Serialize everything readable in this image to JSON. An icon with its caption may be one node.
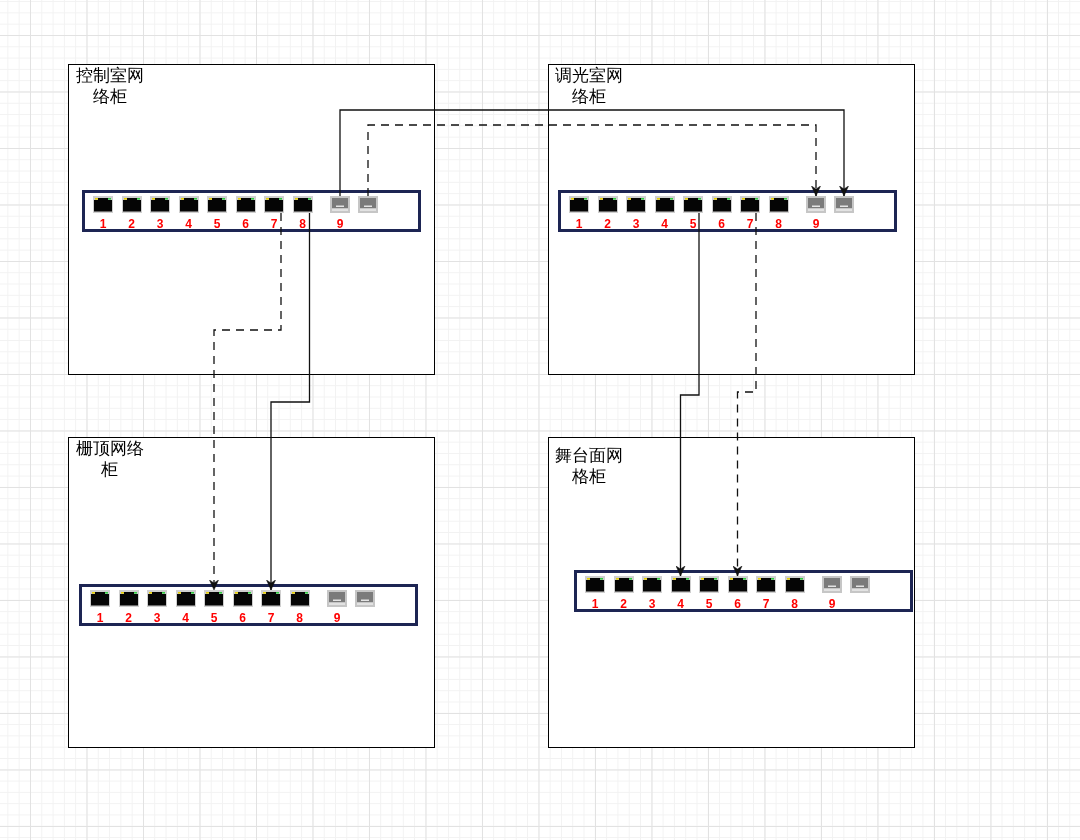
{
  "diagram": {
    "nodes": [
      {
        "text": [
          "控制室网络柜"
        ]
      },
      {
        "text": [],
        "shape": "box",
        "in": 0
      },
      {
        "text": [],
        "shape": "picture",
        "in": 1,
        "beside": [
          "1"
        ]
      },
      {
        "text": [],
        "shape": "picture",
        "in": 1,
        "beside": [
          "2"
        ]
      },
      {
        "text": [],
        "shape": "picture",
        "in": 1,
        "beside": [
          "3"
        ]
      },
      {
        "text": [],
        "shape": "picture",
        "in": 1,
        "beside": [
          "4"
        ]
      },
      {
        "text": [],
        "shape": "picture",
        "in": 1,
        "beside": [
          "5"
        ]
      },
      {
        "text": [],
        "shape": "picture",
        "in": 1,
        "beside": [
          "6"
        ]
      },
      {
        "text": [],
        "shape": "picture",
        "in": 1,
        "beside": [
          "7"
        ]
      },
      {
        "text": [],
        "shape": "picture",
        "in": 1,
        "beside": [
          "8"
        ]
      },
      {
        "text": [],
        "shape": "picture",
        "in": 1,
        "beside": [
          "9"
        ]
      },
      {
        "text": [],
        "shape": "picture",
        "in": 1
      },
      {
        "text": [
          "调光室网络柜"
        ]
      },
      {
        "text": [],
        "shape": "box",
        "in": 12
      },
      {
        "text": [],
        "shape": "picture",
        "in": 13,
        "beside": [
          "1"
        ]
      },
      {
        "text": [],
        "shape": "picture",
        "in": 13,
        "beside": [
          "2"
        ]
      },
      {
        "text": [],
        "shape": "picture",
        "in": 13,
        "beside": [
          "3"
        ]
      },
      {
        "text": [],
        "shape": "picture",
        "in": 13,
        "beside": [
          "4"
        ]
      },
      {
        "text": [],
        "shape": "picture",
        "in": 13,
        "beside": [
          "5"
        ]
      },
      {
        "text": [],
        "shape": "picture",
        "in": 13,
        "beside": [
          "6"
        ]
      },
      {
        "text": [],
        "shape": "picture",
        "in": 13,
        "beside": [
          "7"
        ]
      },
      {
        "text": [],
        "shape": "picture",
        "in": 13,
        "beside": [
          "8"
        ]
      },
      {
        "text": [],
        "shape": "picture",
        "in": 13,
        "beside": [
          "9"
        ]
      },
      {
        "text": [],
        "shape": "picture",
        "in": 13
      },
      {
        "text": [
          "栅顶网络柜"
        ]
      },
      {
        "text": [],
        "shape": "box",
        "in": 24
      },
      {
        "text": [],
        "shape": "picture",
        "in": 25,
        "beside": [
          "1"
        ]
      },
      {
        "text": [],
        "shape": "picture",
        "in": 25,
        "beside": [
          "2"
        ]
      },
      {
        "text": [],
        "shape": "picture",
        "in": 25,
        "beside": [
          "3"
        ]
      },
      {
        "text": [],
        "shape": "picture",
        "in": 25,
        "beside": [
          "4"
        ]
      },
      {
        "text": [],
        "shape": "picture",
        "in": 25,
        "beside": [
          "5"
        ]
      },
      {
        "text": [],
        "shape": "picture",
        "in": 25,
        "beside": [
          "6"
        ]
      },
      {
        "text": [],
        "shape": "picture",
        "in": 25,
        "beside": [
          "7"
        ]
      },
      {
        "text": [],
        "shape": "picture",
        "in": 25,
        "beside": [
          "8"
        ]
      },
      {
        "text": [],
        "shape": "picture",
        "in": 25,
        "beside": [
          "9"
        ]
      },
      {
        "text": [],
        "shape": "picture",
        "in": 25
      },
      {
        "text": [
          "舞台面网格柜"
        ]
      },
      {
        "text": [],
        "shape": "box",
        "in": 36
      },
      {
        "text": [],
        "shape": "picture",
        "in": 37,
        "beside": [
          "1"
        ]
      },
      {
        "text": [],
        "shape": "picture",
        "in": 37,
        "beside": [
          "2"
        ]
      },
      {
        "text": [],
        "shape": "picture",
        "in": 37,
        "beside": [
          "3"
        ]
      },
      {
        "text": [],
        "shape": "picture",
        "in": 37,
        "beside": [
          "4"
        ]
      },
      {
        "text": [],
        "shape": "picture",
        "in": 37,
        "beside": [
          "5"
        ]
      },
      {
        "text": [],
        "shape": "picture",
        "in": 37,
        "beside": [
          "6"
        ]
      },
      {
        "text": [],
        "shape": "picture",
        "in": 37,
        "beside": [
          "7"
        ]
      },
      {
        "text": [],
        "shape": "picture",
        "in": 37,
        "beside": [
          "8"
        ]
      },
      {
        "text": [],
        "shape": "picture",
        "in": 37,
        "beside": [
          "9"
        ]
      },
      {
        "text": [],
        "shape": "picture",
        "in": 37
      }
    ],
    "edges": [
      {
        "from": 10,
        "to": 23,
        "arrow": "to"
      },
      {
        "from": 11,
        "to": 22,
        "arrow": "to",
        "style": "dashed"
      },
      {
        "from": 8,
        "to": 30,
        "arrow": "to",
        "style": "dashed"
      },
      {
        "from": 9,
        "to": 32,
        "arrow": "to"
      },
      {
        "from": 18,
        "to": 41,
        "arrow": "to"
      },
      {
        "from": 20,
        "to": 43,
        "arrow": "to",
        "style": "dashed"
      }
    ]
  }
}
